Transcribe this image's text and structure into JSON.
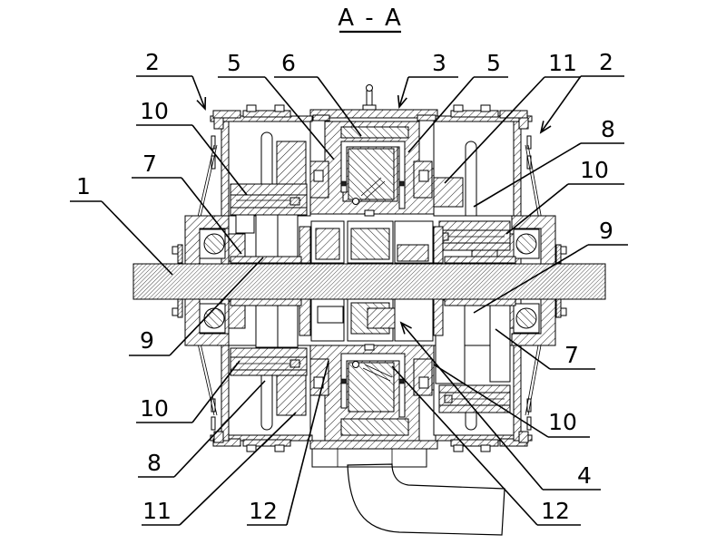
{
  "drawing": {
    "title": "A - A",
    "view_type": "section view"
  },
  "callouts": [
    {
      "id": "c2-left",
      "label": "2",
      "part": "housing end cover (left)"
    },
    {
      "id": "c5-left",
      "label": "5",
      "part": "part 5 (left)"
    },
    {
      "id": "c6",
      "label": "6",
      "part": "part 6"
    },
    {
      "id": "c3",
      "label": "3",
      "part": "part 3 (top, arrow)"
    },
    {
      "id": "c5-right",
      "label": "5",
      "part": "part 5 (right)"
    },
    {
      "id": "c11-top",
      "label": "11",
      "part": "part 11 (upper right)"
    },
    {
      "id": "c2-right",
      "label": "2",
      "part": "housing end cover (right)"
    },
    {
      "id": "c10-ul",
      "label": "10",
      "part": "part 10 (upper left)"
    },
    {
      "id": "c8-top",
      "label": "8",
      "part": "part 8 (upper right)"
    },
    {
      "id": "c7-left",
      "label": "7",
      "part": "part 7 (left)"
    },
    {
      "id": "c10-ur",
      "label": "10",
      "part": "part 10 (upper right)"
    },
    {
      "id": "c1",
      "label": "1",
      "part": "main shaft"
    },
    {
      "id": "c9-right",
      "label": "9",
      "part": "part 9 (right)"
    },
    {
      "id": "c9-left",
      "label": "9",
      "part": "part 9 (left)"
    },
    {
      "id": "c7-right",
      "label": "7",
      "part": "part 7 (right)"
    },
    {
      "id": "c10-ll",
      "label": "10",
      "part": "part 10 (lower left)"
    },
    {
      "id": "c10-lr",
      "label": "10",
      "part": "part 10 (lower right)"
    },
    {
      "id": "c8-bot",
      "label": "8",
      "part": "part 8 (lower left)"
    },
    {
      "id": "c4",
      "label": "4",
      "part": "part 4"
    },
    {
      "id": "c11-bot",
      "label": "11",
      "part": "part 11 (lower left)"
    },
    {
      "id": "c12-left",
      "label": "12",
      "part": "part 12 (left)"
    },
    {
      "id": "c12-right",
      "label": "12",
      "part": "part 12 (right)"
    }
  ]
}
